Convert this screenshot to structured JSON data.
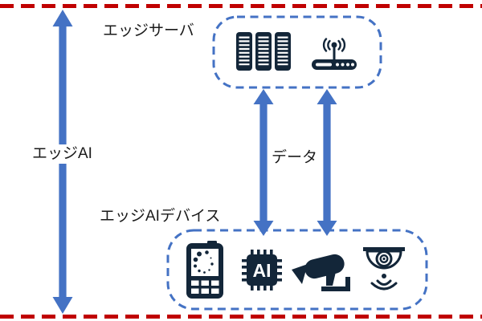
{
  "diagram": {
    "title_label": "エッジAI",
    "flow_label": "データ",
    "groups": [
      {
        "label": "エッジサーバ",
        "icons": [
          "server-rack-icon",
          "wireless-router-icon"
        ]
      },
      {
        "label": "エッジAIデバイス",
        "icons": [
          "mobile-phone-icon",
          "ai-chip-icon",
          "cctv-camera-icon",
          "dome-camera-icon"
        ]
      }
    ],
    "colors": {
      "accent_blue": "#4472C4",
      "boundary_red": "#C00000",
      "icon_navy": "#132639",
      "text": "#1a1a1a"
    }
  }
}
